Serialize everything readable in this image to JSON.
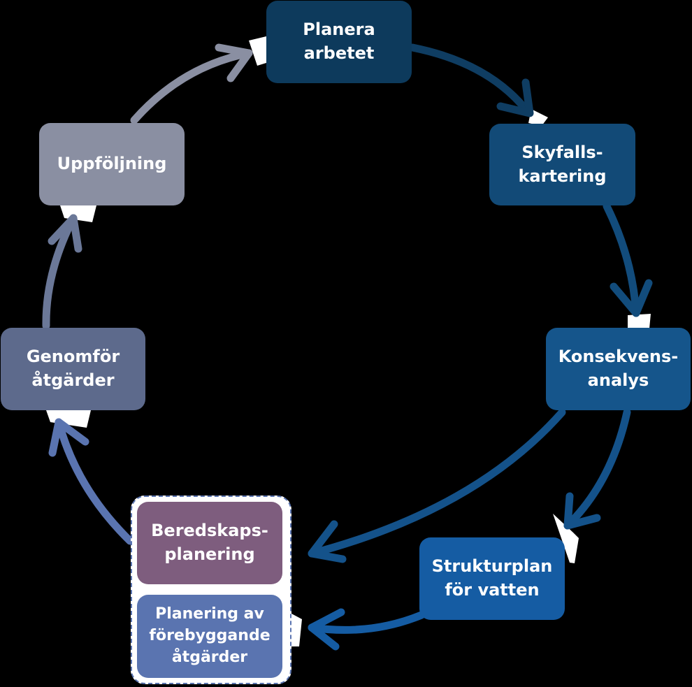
{
  "nodes": {
    "planera": {
      "lines": [
        "Planera",
        "arbetet"
      ],
      "color": "#0d3a5c"
    },
    "skyfall": {
      "lines": [
        "Skyfalls-",
        "kartering"
      ],
      "color": "#124a77"
    },
    "konsek": {
      "lines": [
        "Konsekvens-",
        "analys"
      ],
      "color": "#15558b"
    },
    "struktur": {
      "lines": [
        "Strukturplan",
        "för vatten"
      ],
      "color": "#155ca3"
    },
    "uppfolj": {
      "lines": [
        "Uppföljning"
      ],
      "color": "#8a8fa2"
    },
    "genomfor": {
      "lines": [
        "Genomför",
        "åtgärder"
      ],
      "color": "#5d6a8c"
    },
    "bered": {
      "lines": [
        "Beredskaps-",
        "planering"
      ],
      "color": "#7e5d7e"
    },
    "forebyg": {
      "lines": [
        "Planering av",
        "förebyggande",
        "åtgärder"
      ],
      "color": "#5a74b0"
    }
  },
  "arrow_colors": {
    "planera_to_skyfall": "#0f3d62",
    "skyfall_to_konsek": "#124c7c",
    "konsek_to_bered": "#14528a",
    "konsek_to_struktur": "#14528a",
    "struktur_to_forebyg": "#155ca3",
    "group_to_genomfor": "#5a74b0",
    "genomfor_to_uppfolj": "#6b7898",
    "uppfolj_to_planera": "#8a8fa2"
  }
}
